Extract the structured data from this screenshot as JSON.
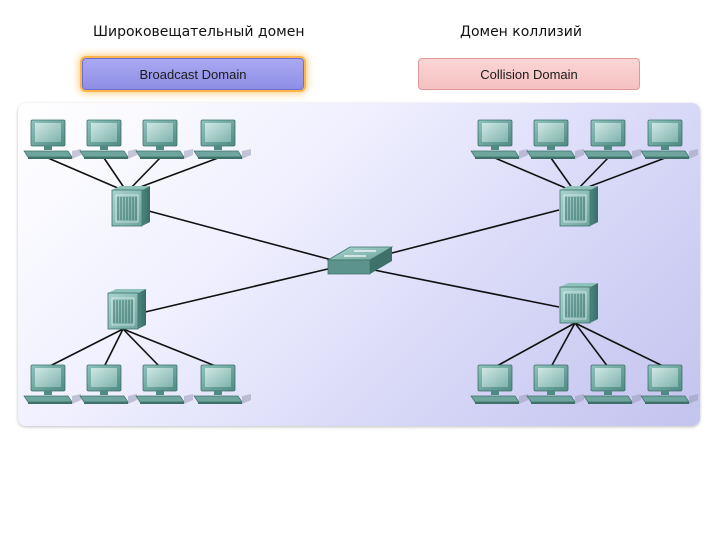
{
  "captions": {
    "left": "Широковещательный домен",
    "right": "Домен коллизий"
  },
  "buttons": {
    "broadcast": "Broadcast Domain",
    "collision": "Collision Domain"
  },
  "colors": {
    "broadcast_fill": "#9c9cec",
    "broadcast_glow": "#ffb54a",
    "collision_fill": "#f8caca",
    "device": "#5f9a93",
    "link": "#111111"
  },
  "diagram": {
    "icons": {
      "computer": "computer-icon",
      "hub": "hub-icon",
      "switch": "switch-icon"
    },
    "groups": [
      {
        "id": "top-left",
        "computers": 4
      },
      {
        "id": "bottom-left",
        "computers": 4
      },
      {
        "id": "top-right",
        "computers": 4
      },
      {
        "id": "bottom-right",
        "computers": 4
      }
    ]
  }
}
